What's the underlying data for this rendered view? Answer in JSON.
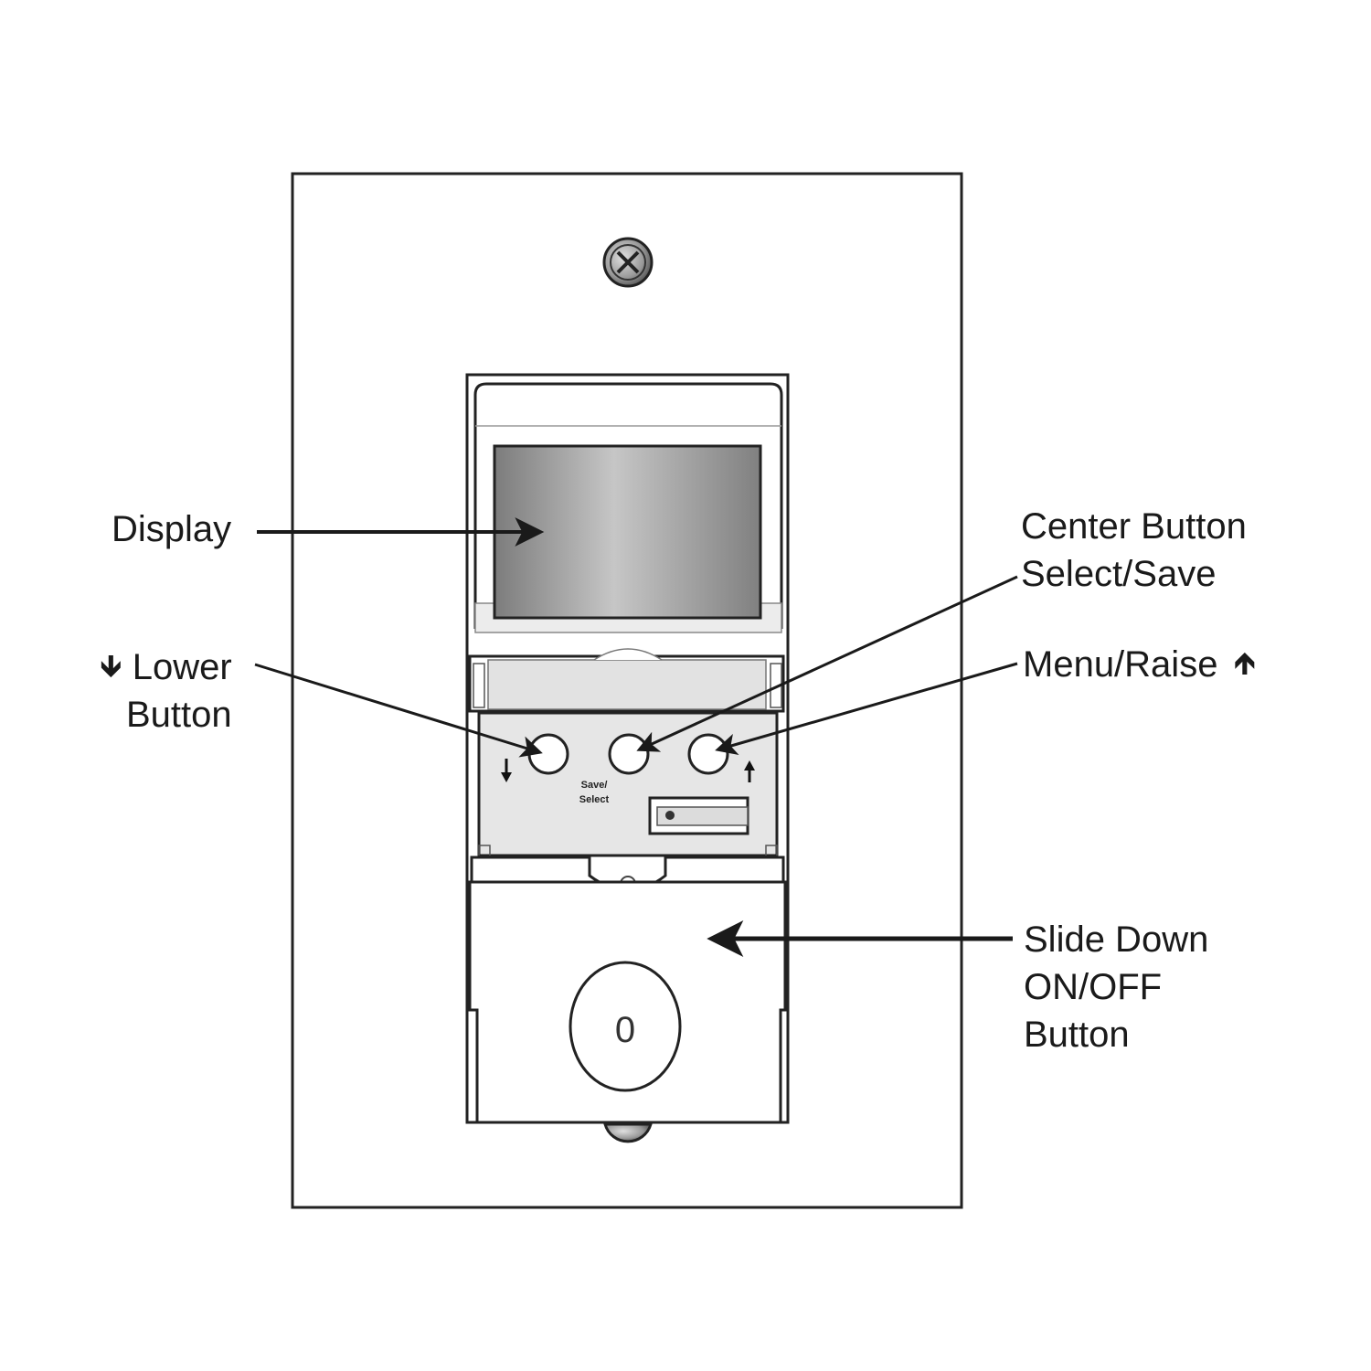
{
  "labels": {
    "display": "Display",
    "lower": {
      "arrow": "🡻",
      "line1": "Lower",
      "line2": "Button"
    },
    "center": {
      "line1": "Center Button",
      "line2": "Select/Save"
    },
    "raise": {
      "line1": "Menu/Raise",
      "arrow": "🡹"
    },
    "slide": {
      "line1": "Slide Down",
      "line2": "ON/OFF",
      "line3": "Button"
    }
  },
  "device": {
    "save_label_line1": "Save/",
    "save_label_line2": "Select",
    "on_off_glyph": "0"
  },
  "colors": {
    "stroke": "#222222",
    "screen_dark": "#7a7a7a",
    "screen_light": "#c4c4c4",
    "panel_grey": "#e6e6e6"
  }
}
